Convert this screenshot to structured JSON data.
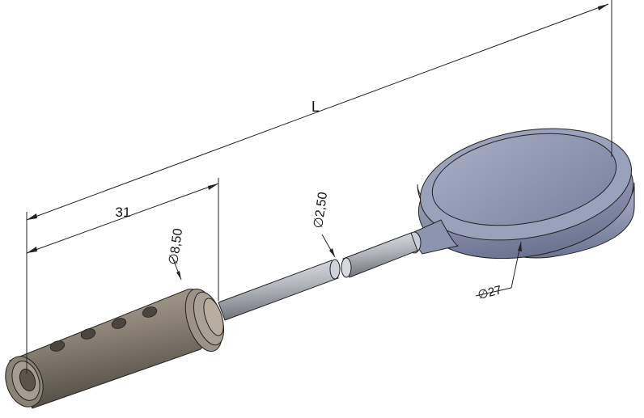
{
  "dimensions": {
    "overall_length": "L",
    "grip_length": "31",
    "grip_diameter": "∅8,50",
    "rod_diameter": "∅2,50",
    "disc_diameter": "∅27"
  },
  "colors": {
    "grip": "#8a8174",
    "rod": "#b6b9bf",
    "disc": "#8c93ac",
    "lines": "#222222"
  }
}
